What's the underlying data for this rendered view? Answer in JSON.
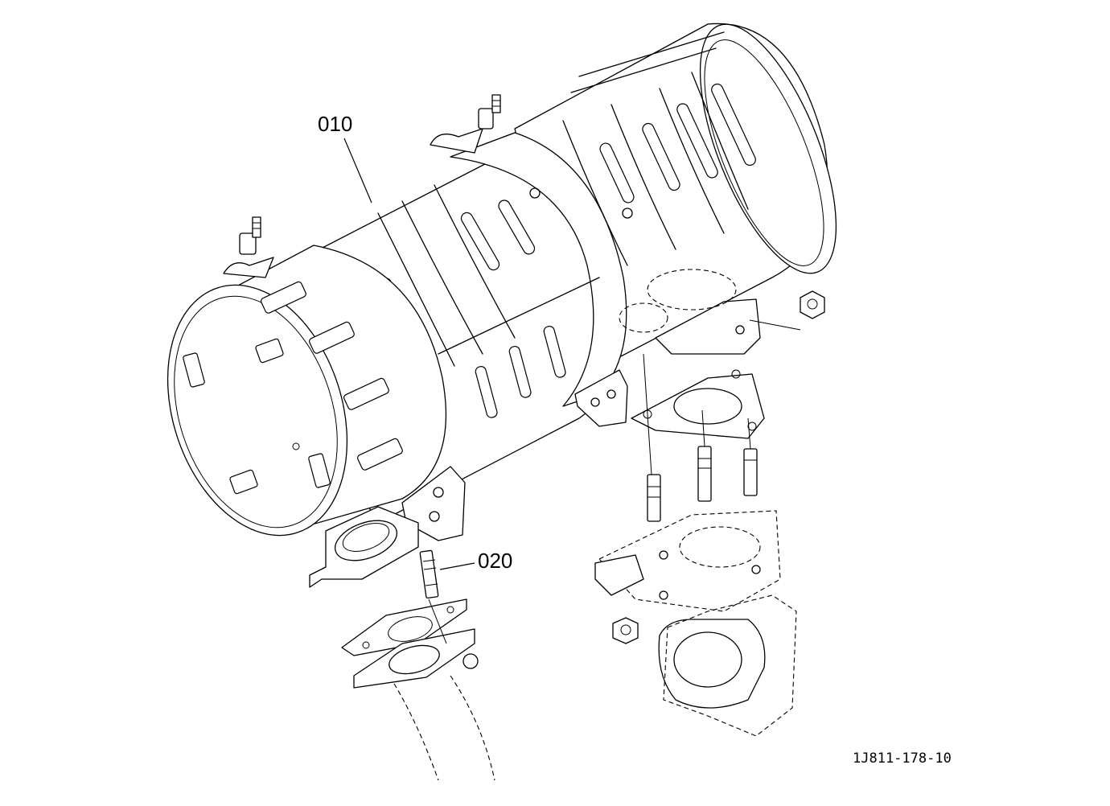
{
  "diagram": {
    "callouts": [
      {
        "id": "010",
        "label": "010"
      },
      {
        "id": "020",
        "label": "020"
      }
    ],
    "drawing_reference": "1J811-178-10"
  }
}
